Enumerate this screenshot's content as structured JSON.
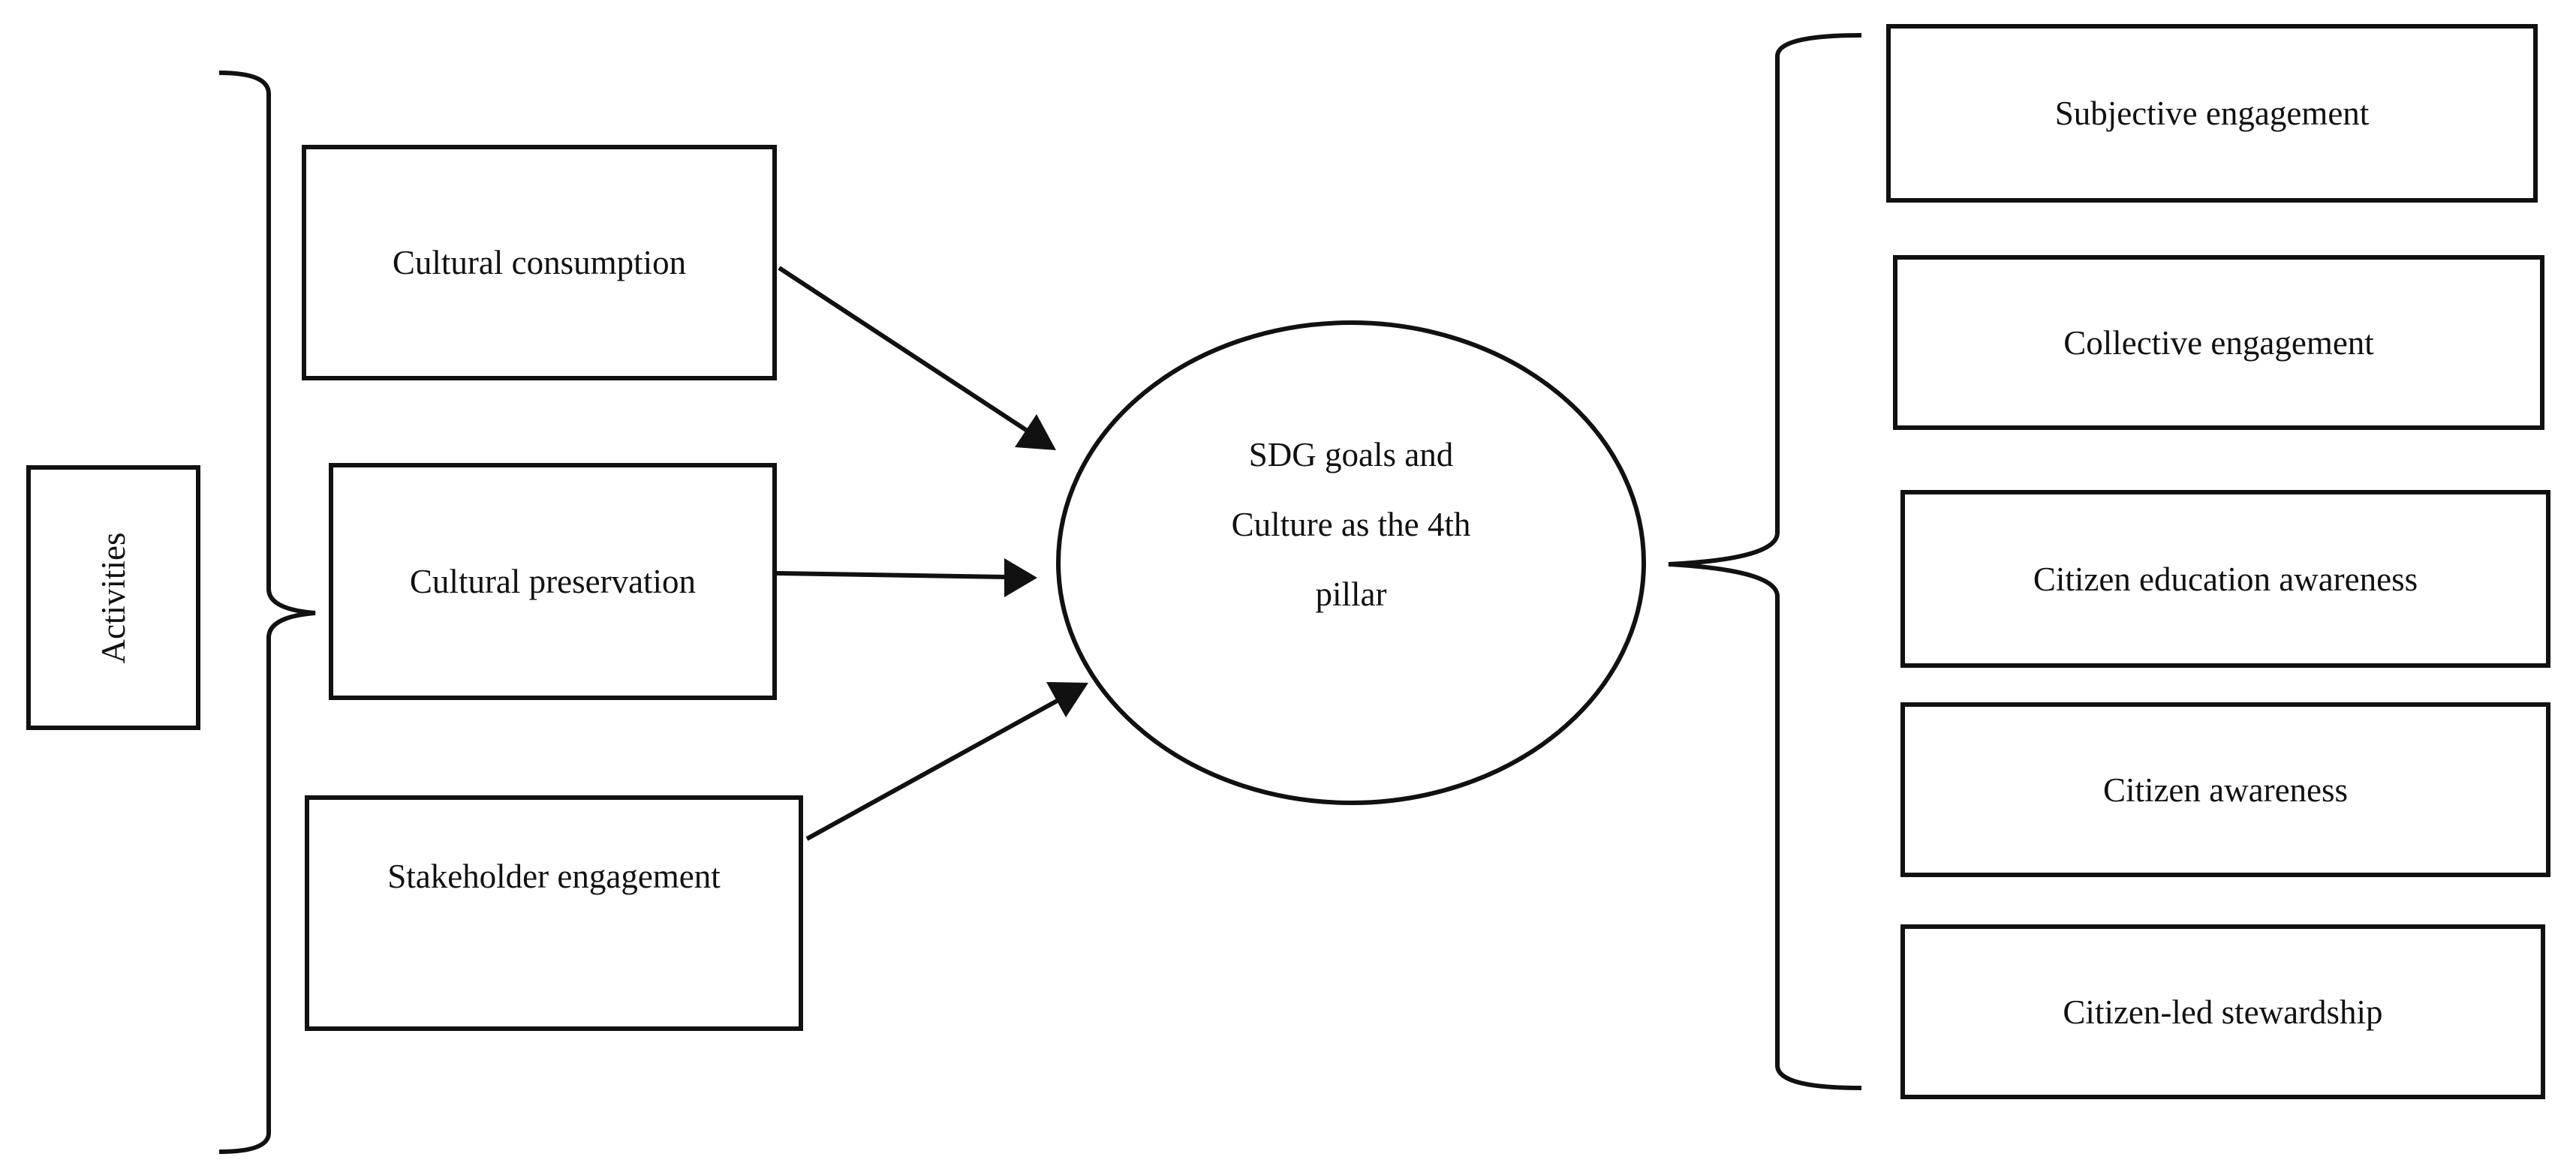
{
  "diagram": {
    "side_label": "Activities",
    "activities": [
      "Cultural consumption",
      "Cultural preservation",
      "Stakeholder engagement"
    ],
    "center": {
      "lines": [
        "SDG goals and",
        "Culture as the 4th",
        "pillar"
      ]
    },
    "outcomes": [
      "Subjective engagement",
      "Collective engagement",
      "Citizen education awareness",
      "Citizen awareness",
      "Citizen-led stewardship"
    ]
  }
}
